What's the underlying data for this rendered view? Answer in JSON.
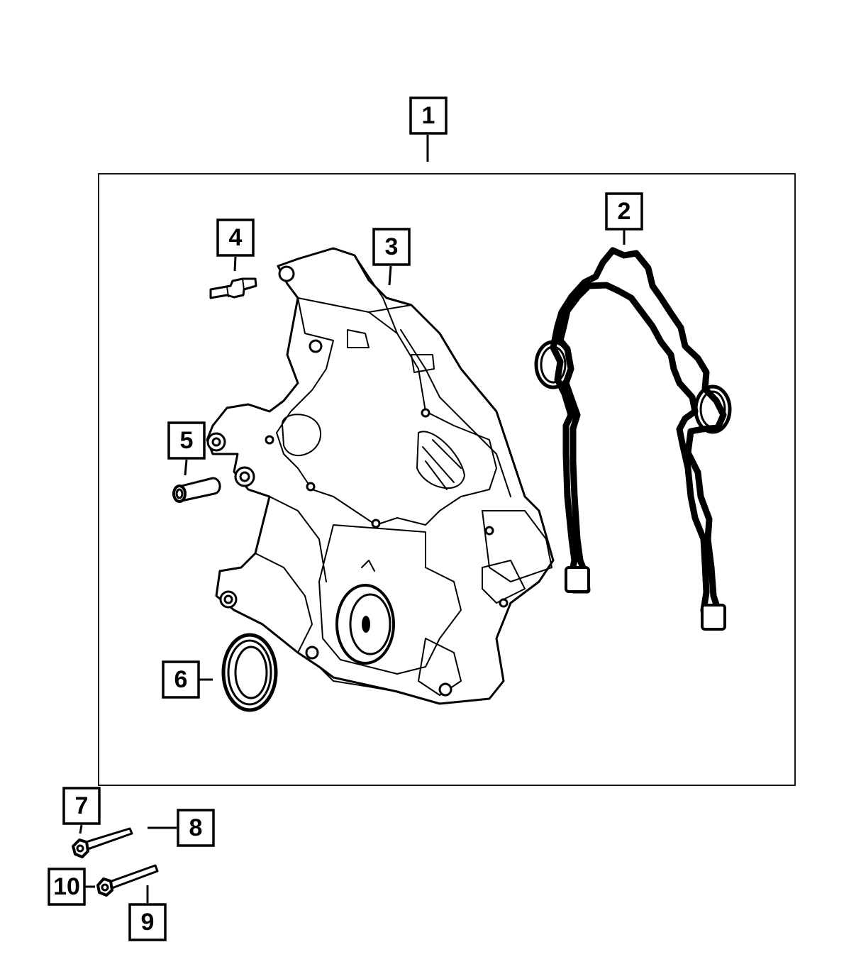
{
  "diagram": {
    "callouts": [
      {
        "id": "1",
        "label": "1"
      },
      {
        "id": "2",
        "label": "2"
      },
      {
        "id": "3",
        "label": "3"
      },
      {
        "id": "4",
        "label": "4"
      },
      {
        "id": "5",
        "label": "5"
      },
      {
        "id": "6",
        "label": "6"
      },
      {
        "id": "7",
        "label": "7"
      },
      {
        "id": "8",
        "label": "8"
      },
      {
        "id": "9",
        "label": "9"
      },
      {
        "id": "10",
        "label": "10"
      }
    ],
    "parts": [
      {
        "id": "gasket",
        "icon": "gasket-icon"
      },
      {
        "id": "timing-cover",
        "icon": "timing-cover-icon"
      },
      {
        "id": "stud",
        "icon": "stud-icon"
      },
      {
        "id": "dowel",
        "icon": "dowel-icon"
      },
      {
        "id": "seal",
        "icon": "oil-seal-icon"
      },
      {
        "id": "bolt-short",
        "icon": "bolt-icon"
      },
      {
        "id": "bolt-long",
        "icon": "bolt-icon"
      }
    ]
  }
}
